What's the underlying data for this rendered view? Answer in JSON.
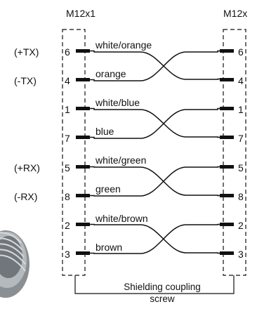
{
  "connectors": {
    "left_title": "M12x1",
    "right_title": "M12x"
  },
  "signal_labels": [
    "(+TX)",
    "(-TX)",
    "(+RX)",
    "(-RX)"
  ],
  "left_pins": [
    "6",
    "4",
    "1",
    "7",
    "5",
    "8",
    "2",
    "3"
  ],
  "right_pins": [
    "6",
    "4",
    "1",
    "7",
    "5",
    "8",
    "2",
    "3"
  ],
  "wire_colors": [
    "white/orange",
    "orange",
    "white/blue",
    "blue",
    "white/green",
    "green",
    "white/brown",
    "brown"
  ],
  "shield": {
    "label_line1": "Shielding coupling",
    "label_line2": "screw"
  }
}
